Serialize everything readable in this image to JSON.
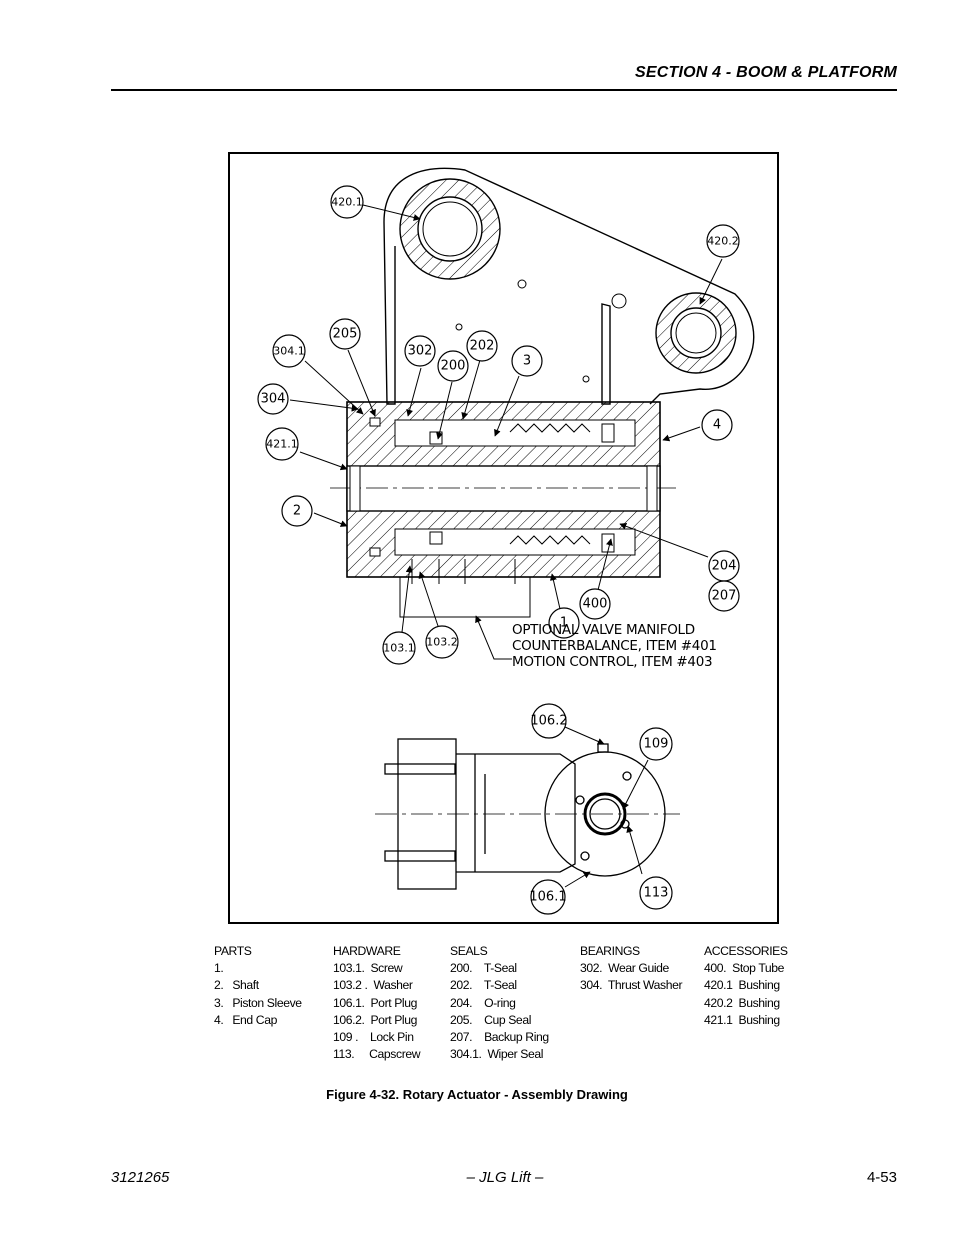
{
  "header": {
    "section_title": "SECTION 4 - BOOM & PLATFORM"
  },
  "figure": {
    "callouts": {
      "c420_1": "420.1",
      "c420_2": "420.2",
      "c304_1": "304.1",
      "c205": "205",
      "c302": "302",
      "c200": "200",
      "c202": "202",
      "c3": "3",
      "c304": "304",
      "c4": "4",
      "c421_1": "421.1",
      "c2": "2",
      "c204": "204",
      "c207": "207",
      "c400": "400",
      "c1": "1",
      "c103_1": "103.1",
      "c103_2": "103.2",
      "c106_2": "106.2",
      "c109": "109",
      "c113": "113",
      "c106_1": "106.1"
    },
    "note_lines": [
      "OPTIONAL VALVE MANIFOLD",
      "COUNTERBALANCE, ITEM #401",
      "MOTION CONTROL, ITEM #403"
    ]
  },
  "legend": {
    "parts": {
      "heading": "PARTS",
      "items": [
        "1.",
        "2.   Shaft",
        "3.   Piston Sleeve",
        "4.   End Cap"
      ]
    },
    "hardware": {
      "heading": "HARDWARE",
      "items": [
        "103.1.  Screw",
        "103.2 .  Washer",
        "106.1.  Port Plug",
        "106.2.  Port Plug",
        "109 .    Lock Pin",
        "113.     Capscrew"
      ]
    },
    "seals": {
      "heading": "SEALS",
      "items": [
        "200.    T-Seal",
        "202.    T-Seal",
        "204.    O-ring",
        "205.    Cup Seal",
        "207.    Backup Ring",
        "304.1.  Wiper Seal"
      ]
    },
    "bearings": {
      "heading": "BEARINGS",
      "items": [
        "302.  Wear Guide",
        "304.  Thrust Washer"
      ]
    },
    "accessories": {
      "heading": "ACCESSORIES",
      "items": [
        "400.  Stop Tube",
        "420.1  Bushing",
        "420.2  Bushing",
        "421.1  Bushing"
      ]
    }
  },
  "caption": "Figure 4-32.  Rotary Actuator - Assembly Drawing",
  "footer": {
    "doc_number": "3121265",
    "company": "– JLG Lift –",
    "page_number": "4-53"
  }
}
